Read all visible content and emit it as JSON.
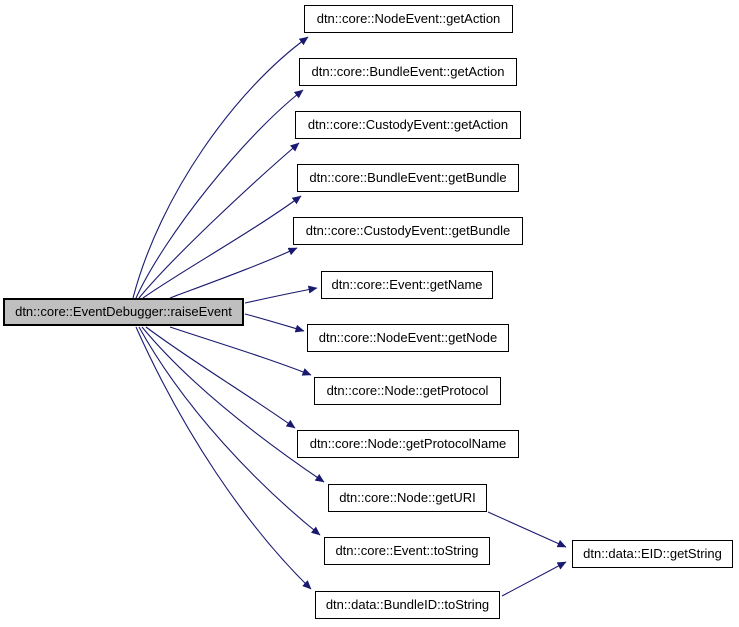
{
  "graph": {
    "type": "call-graph",
    "root": {
      "label": "dtn::core::EventDebugger::raiseEvent",
      "fill": "#BFBFBF"
    },
    "callees": [
      {
        "label": "dtn::core::NodeEvent::getAction"
      },
      {
        "label": "dtn::core::BundleEvent::getAction"
      },
      {
        "label": "dtn::core::CustodyEvent::getAction"
      },
      {
        "label": "dtn::core::BundleEvent::getBundle"
      },
      {
        "label": "dtn::core::CustodyEvent::getBundle"
      },
      {
        "label": "dtn::core::Event::getName"
      },
      {
        "label": "dtn::core::NodeEvent::getNode"
      },
      {
        "label": "dtn::core::Node::getProtocol"
      },
      {
        "label": "dtn::core::Node::getProtocolName"
      },
      {
        "label": "dtn::core::Node::getURI"
      },
      {
        "label": "dtn::core::Event::toString"
      },
      {
        "label": "dtn::data::BundleID::toString"
      }
    ],
    "shared_callee": {
      "label": "dtn::data::EID::getString",
      "called_by": [
        "dtn::core::Node::getURI",
        "dtn::data::BundleID::toString"
      ]
    },
    "colors": {
      "edge": "#191970",
      "node_fill": "#FFFFFF",
      "node_border": "#000000",
      "root_fill": "#BFBFBF",
      "background": "#FFFFFF"
    }
  }
}
